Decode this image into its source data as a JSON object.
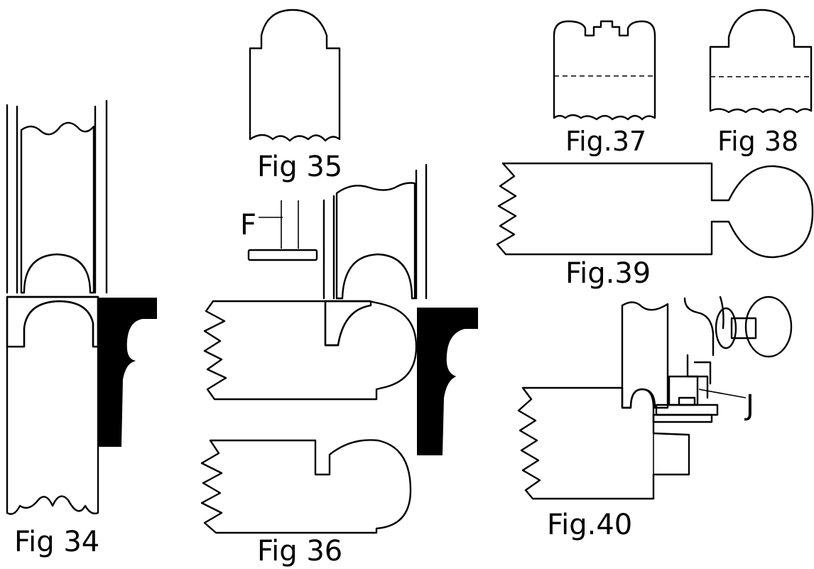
{
  "labels": {
    "fig34": "Fig 34",
    "fig35": "Fig 35",
    "fig36": "Fig 36",
    "fig37": "Fig.37",
    "fig38": "Fig 38",
    "fig39": "Fig.39",
    "fig40": "Fig.40",
    "letter_f": "F",
    "letter_j": "J"
  },
  "colors": {
    "ink": "#000000",
    "paper": "#ffffff",
    "stipple": "#d9d9d9"
  }
}
